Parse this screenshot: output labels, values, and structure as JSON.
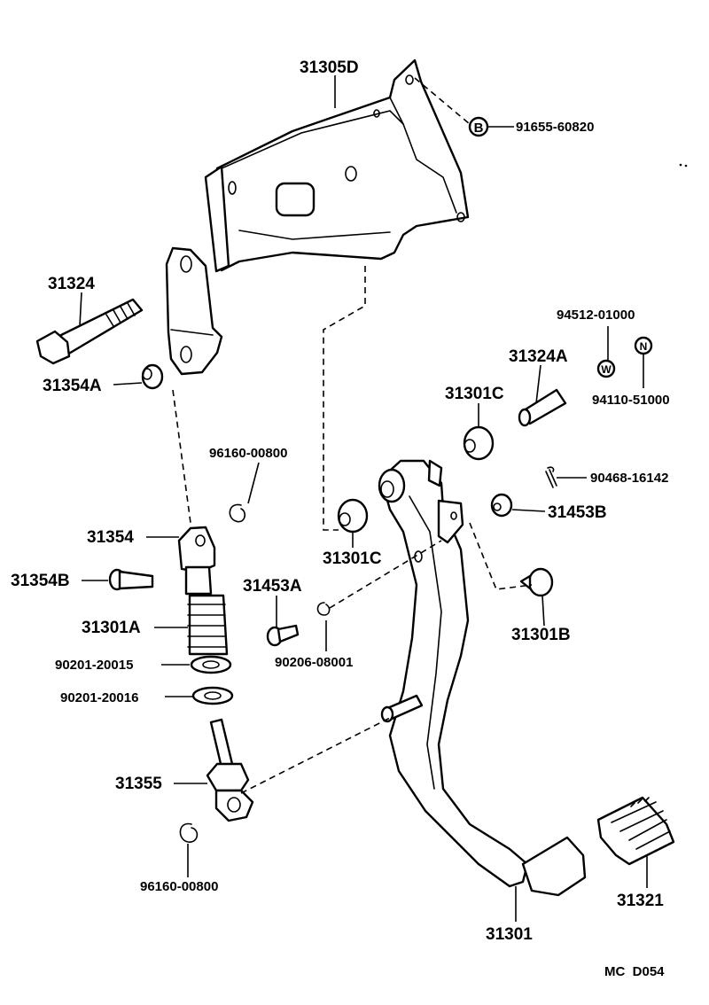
{
  "diagram": {
    "code": "MC  D054",
    "parts": {
      "p31305D": "31305D",
      "p91655": "91655-60820",
      "p91655_mark": "B",
      "p31324": "31324",
      "p31354A": "31354A",
      "p94512": "94512-01000",
      "p94512_mark": "W",
      "p94110": "94110-51000",
      "p94110_mark": "N",
      "p31324A": "31324A",
      "p31301C_top": "31301C",
      "p96160_top": "96160-00800",
      "p90468": "90468-16142",
      "p31453B": "31453B",
      "p31354": "31354",
      "p31301C_mid": "31301C",
      "p31354B": "31354B",
      "p31453A": "31453A",
      "p31301A": "31301A",
      "p31301B": "31301B",
      "p90201_20015": "90201-20015",
      "p90206": "90206-08001",
      "p90201_20016": "90201-20016",
      "p31355": "31355",
      "p96160_bot": "96160-00800",
      "p31321": "31321",
      "p31301": "31301"
    }
  }
}
